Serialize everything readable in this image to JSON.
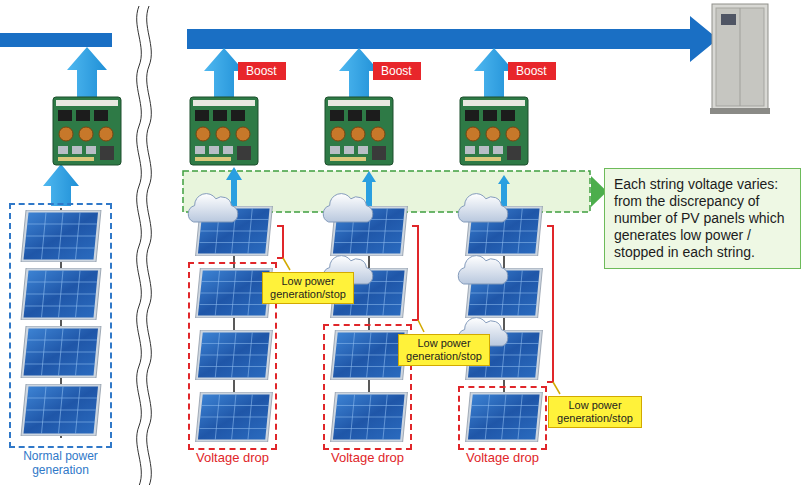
{
  "diagram": {
    "nodes": [
      {
        "text": [
          "Boost"
        ]
      },
      {
        "text": [
          "Boost"
        ]
      },
      {
        "text": [
          "Boost"
        ]
      },
      {
        "text": [
          "Each string voltage varies: from the discrepancy of number of PV panels which generates low power / stopped in each string."
        ]
      },
      {
        "text": [
          "Normal power generation"
        ]
      },
      {
        "text": [
          "Voltage drop"
        ]
      },
      {
        "text": [
          "Low power generation/stop"
        ]
      },
      {
        "text": [
          "Voltage drop"
        ]
      },
      {
        "text": [
          "Low power generation/stop"
        ]
      },
      {
        "text": [
          "Voltage drop"
        ]
      },
      {
        "text": [
          "Low power generation/stop"
        ]
      }
    ]
  }
}
